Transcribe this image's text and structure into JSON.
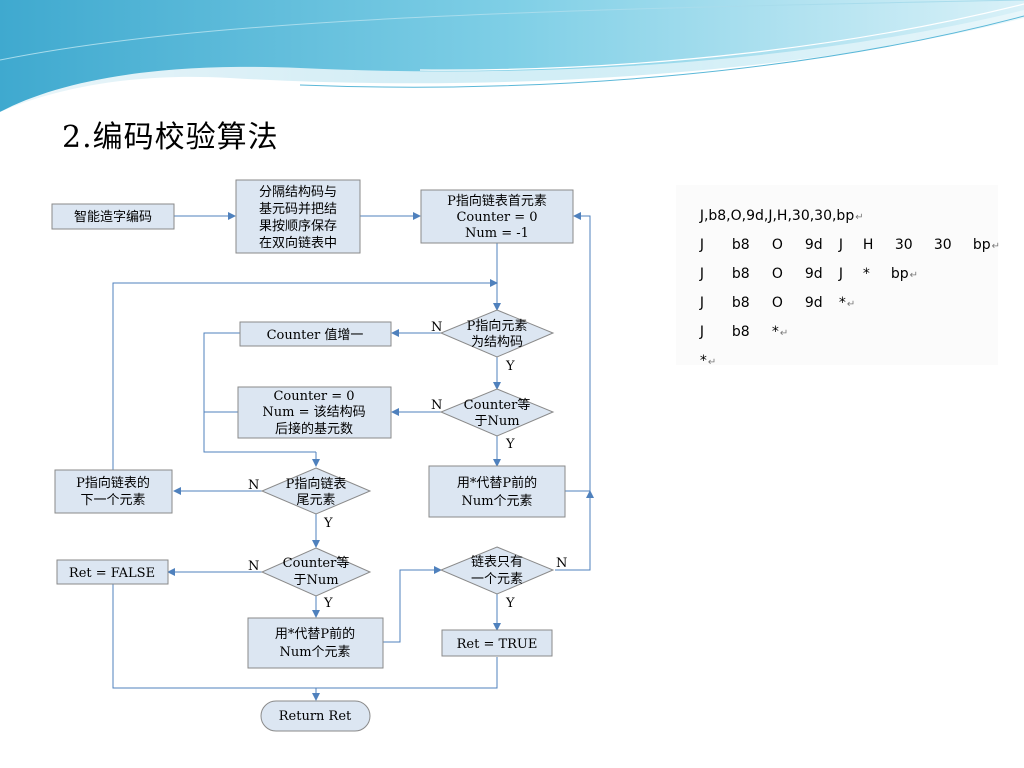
{
  "slide": {
    "title": "2.编码校验算法"
  },
  "flow": {
    "smart_encode": "智能造字编码",
    "separate": [
      "分隔结构码与",
      "基元码并把结",
      "果按顺序保存",
      "在双向链表中"
    ],
    "init": [
      "P指向链表首元素",
      "Counter = 0",
      "Num = -1"
    ],
    "counter_inc": "Counter 值增一",
    "is_struct": [
      "P指向元素",
      "为结构码"
    ],
    "reset": [
      "Counter = 0",
      "Num = 该结构码",
      "后接的基元数"
    ],
    "counter_eq_num_1": [
      "Counter等",
      "于Num"
    ],
    "next": [
      "P指向链表的",
      "下一个元素"
    ],
    "is_tail": [
      "P指向链表",
      "尾元素"
    ],
    "replace_1": [
      "用*代替P前的",
      "Num个元素"
    ],
    "ret_false": "Ret = FALSE",
    "counter_eq_num_2": [
      "Counter等",
      "于Num"
    ],
    "only_one": [
      "链表只有",
      "一个元素"
    ],
    "replace_2": [
      "用*代替P前的",
      "Num个元素"
    ],
    "ret_true": "Ret = TRUE",
    "return": "Return Ret",
    "yes": "Y",
    "no": "N"
  },
  "example": {
    "lines": [
      {
        "tokens": [
          "J,b8,O,9d,J,H,30,30,bp"
        ],
        "mark": "↵"
      },
      {
        "tokens": [
          "J",
          "b8",
          "O",
          "9d",
          "J",
          "H",
          "30",
          "30",
          "bp"
        ],
        "mark": "↵"
      },
      {
        "tokens": [
          "J",
          "b8",
          "O",
          "9d",
          "J",
          "*",
          "bp"
        ],
        "mark": "↵"
      },
      {
        "tokens": [
          "J",
          "b8",
          "O",
          "9d",
          "*"
        ],
        "mark": "↵"
      },
      {
        "tokens": [
          "J",
          "b8",
          "*"
        ],
        "mark": "↵"
      },
      {
        "tokens": [
          "*"
        ],
        "mark": "↵"
      }
    ]
  },
  "colors": {
    "box_fill": "#dce6f2",
    "arrow": "#4f81bd",
    "wave_dark": "#4fb3d4",
    "wave_light": "#bfe6f2"
  }
}
